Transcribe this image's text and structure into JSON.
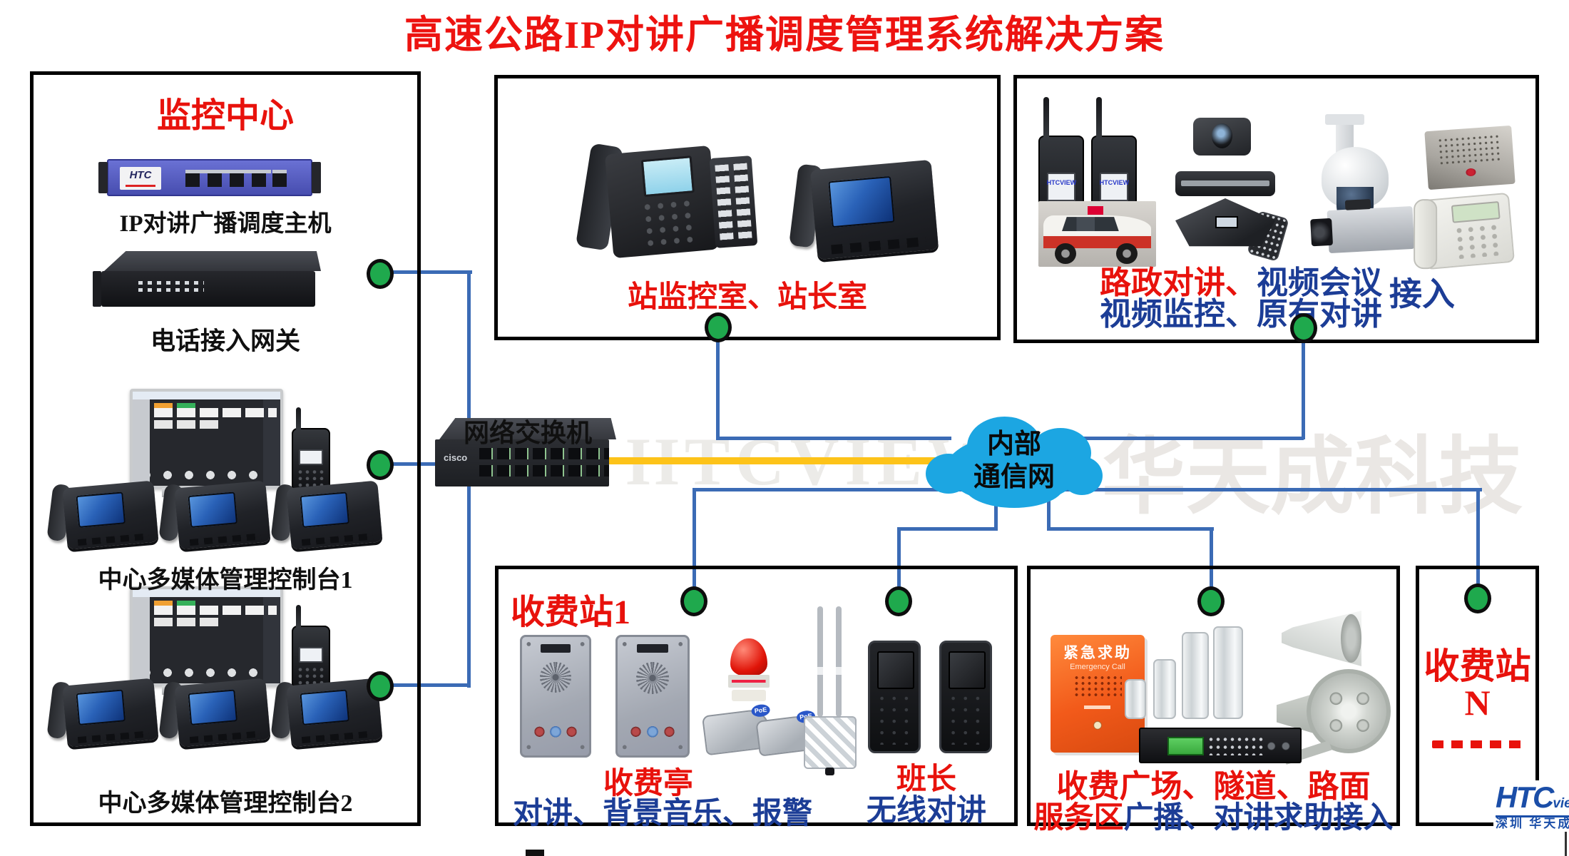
{
  "page": {
    "title": "高速公路IP对讲广播调度管理系统解决方案",
    "watermark_left": "HTCVIEW",
    "watermark_right": "华天成科技"
  },
  "colors": {
    "red_text": "#e8120c",
    "blue_text": "#1c3d96",
    "line_blue": "#3b6bb5",
    "line_yellow": "#fdc319",
    "cloud_blue": "#1ca6e2",
    "node_green": "#1fa94d"
  },
  "monitor_center": {
    "title": "监控中心",
    "host_brand": "HTC",
    "host_label": "IP对讲广播调度主机",
    "gateway_label": "电话接入网关",
    "console1_label": "中心多媒体管理控制台1",
    "console2_label": "中心多媒体管理控制台2"
  },
  "station_room": {
    "label": "站监控室、站长室"
  },
  "access": {
    "red": "路政对讲、",
    "blue1": "视频会议",
    "line2": "视频监控、原有对讲",
    "suffix": "接入",
    "walkie_screen": "HTCVIEW"
  },
  "network": {
    "switch_label": "网络交换机",
    "switch_brand": "cisco",
    "cloud_line1": "内部",
    "cloud_line2": "通信网"
  },
  "toll1": {
    "title": "收费站1",
    "poe": "PoE",
    "booth": "收费亭",
    "booth_desc": "对讲、背景音乐、报警",
    "leader": "班长",
    "leader_desc": "无线对讲"
  },
  "plaza": {
    "em_line1": "紧急求助",
    "em_line2": "Emergency Call",
    "label1": "收费广场、隧道、路面",
    "label2_red": "服务区",
    "label2_blue": "广播、对讲求助接入"
  },
  "tollN": {
    "line1": "收费站",
    "line2": "N"
  },
  "logo": {
    "main": "HTC",
    "suffix": "view",
    "sub": "深圳 华天成"
  }
}
